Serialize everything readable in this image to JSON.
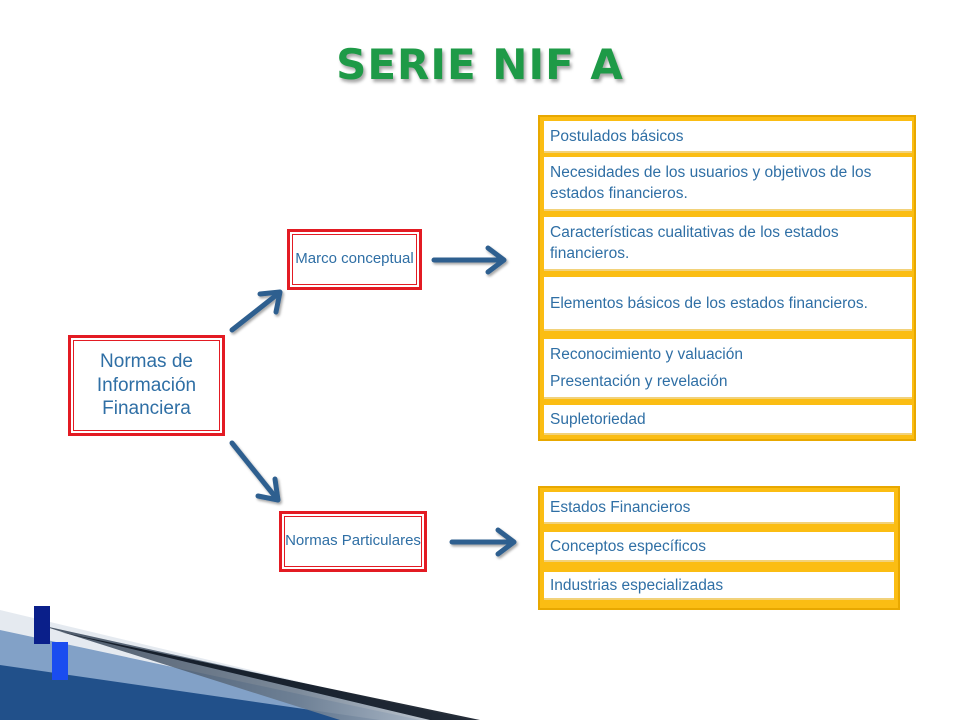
{
  "title": "SERIE NIF A",
  "root": {
    "label": "Normas de Información Financiera"
  },
  "branches": [
    {
      "label": "Marco conceptual"
    },
    {
      "label": "Normas Particulares"
    }
  ],
  "marco_items": [
    "Postulados básicos",
    "Necesidades de los usuarios y objetivos de los estados financieros.",
    "Características cualitativas de los estados financieros.",
    "Elementos básicos de los estados financieros.",
    "Reconocimiento y valuación",
    "Presentación y revelación",
    "Supletoriedad"
  ],
  "particulares_items": [
    "Estados Financieros",
    "Conceptos específicos",
    "Industrias especializadas"
  ],
  "colors": {
    "title": "#1e9a47",
    "node_border": "#e31b23",
    "text": "#2f6fa5",
    "panel": "#fbbd13",
    "arrow": "#2e5f8f"
  }
}
